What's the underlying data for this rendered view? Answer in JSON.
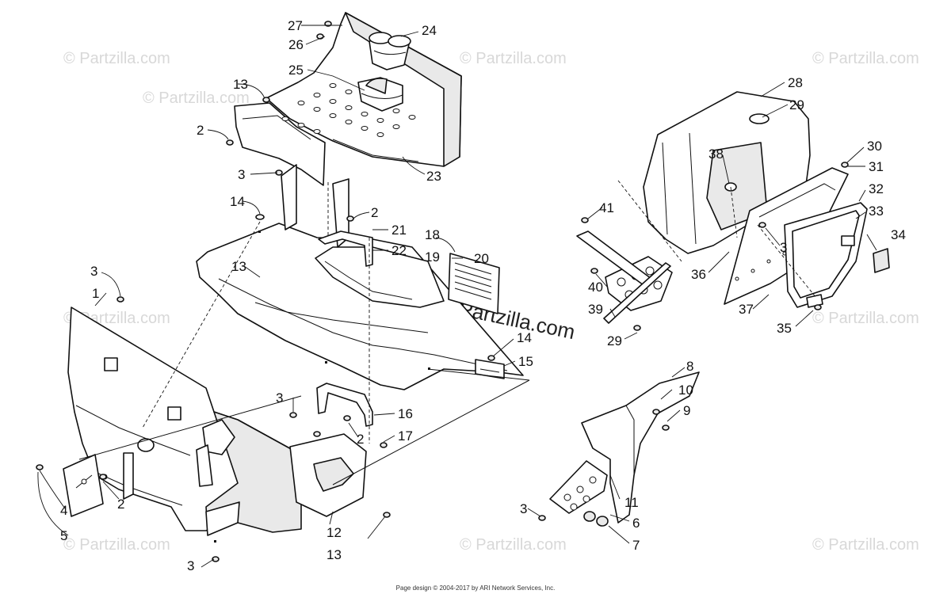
{
  "watermarks": [
    "© Partzilla.com",
    "© Partzilla.com",
    "© Partzilla.com",
    "© Partzilla.com",
    "© Partzilla.com",
    "© Partzilla.com",
    "© Partzilla.com",
    "© Partzilla.com",
    "© Partzilla.com"
  ],
  "center_watermark": "© Partzilla.com",
  "callouts": [
    "27",
    "26",
    "24",
    "25",
    "13",
    "2",
    "23",
    "3",
    "14",
    "2",
    "21",
    "22",
    "18",
    "19",
    "20",
    "13",
    "3",
    "1",
    "3",
    "16",
    "2",
    "17",
    "14",
    "15",
    "4",
    "5",
    "2",
    "12",
    "13",
    "3",
    "28",
    "29",
    "38",
    "30",
    "31",
    "32",
    "33",
    "34",
    "41",
    "3",
    "36",
    "40",
    "39",
    "37",
    "35",
    "29",
    "8",
    "10",
    "9",
    "11",
    "3",
    "6",
    "7"
  ],
  "footer": "Page design © 2004-2017 by ARI Network Services, Inc."
}
